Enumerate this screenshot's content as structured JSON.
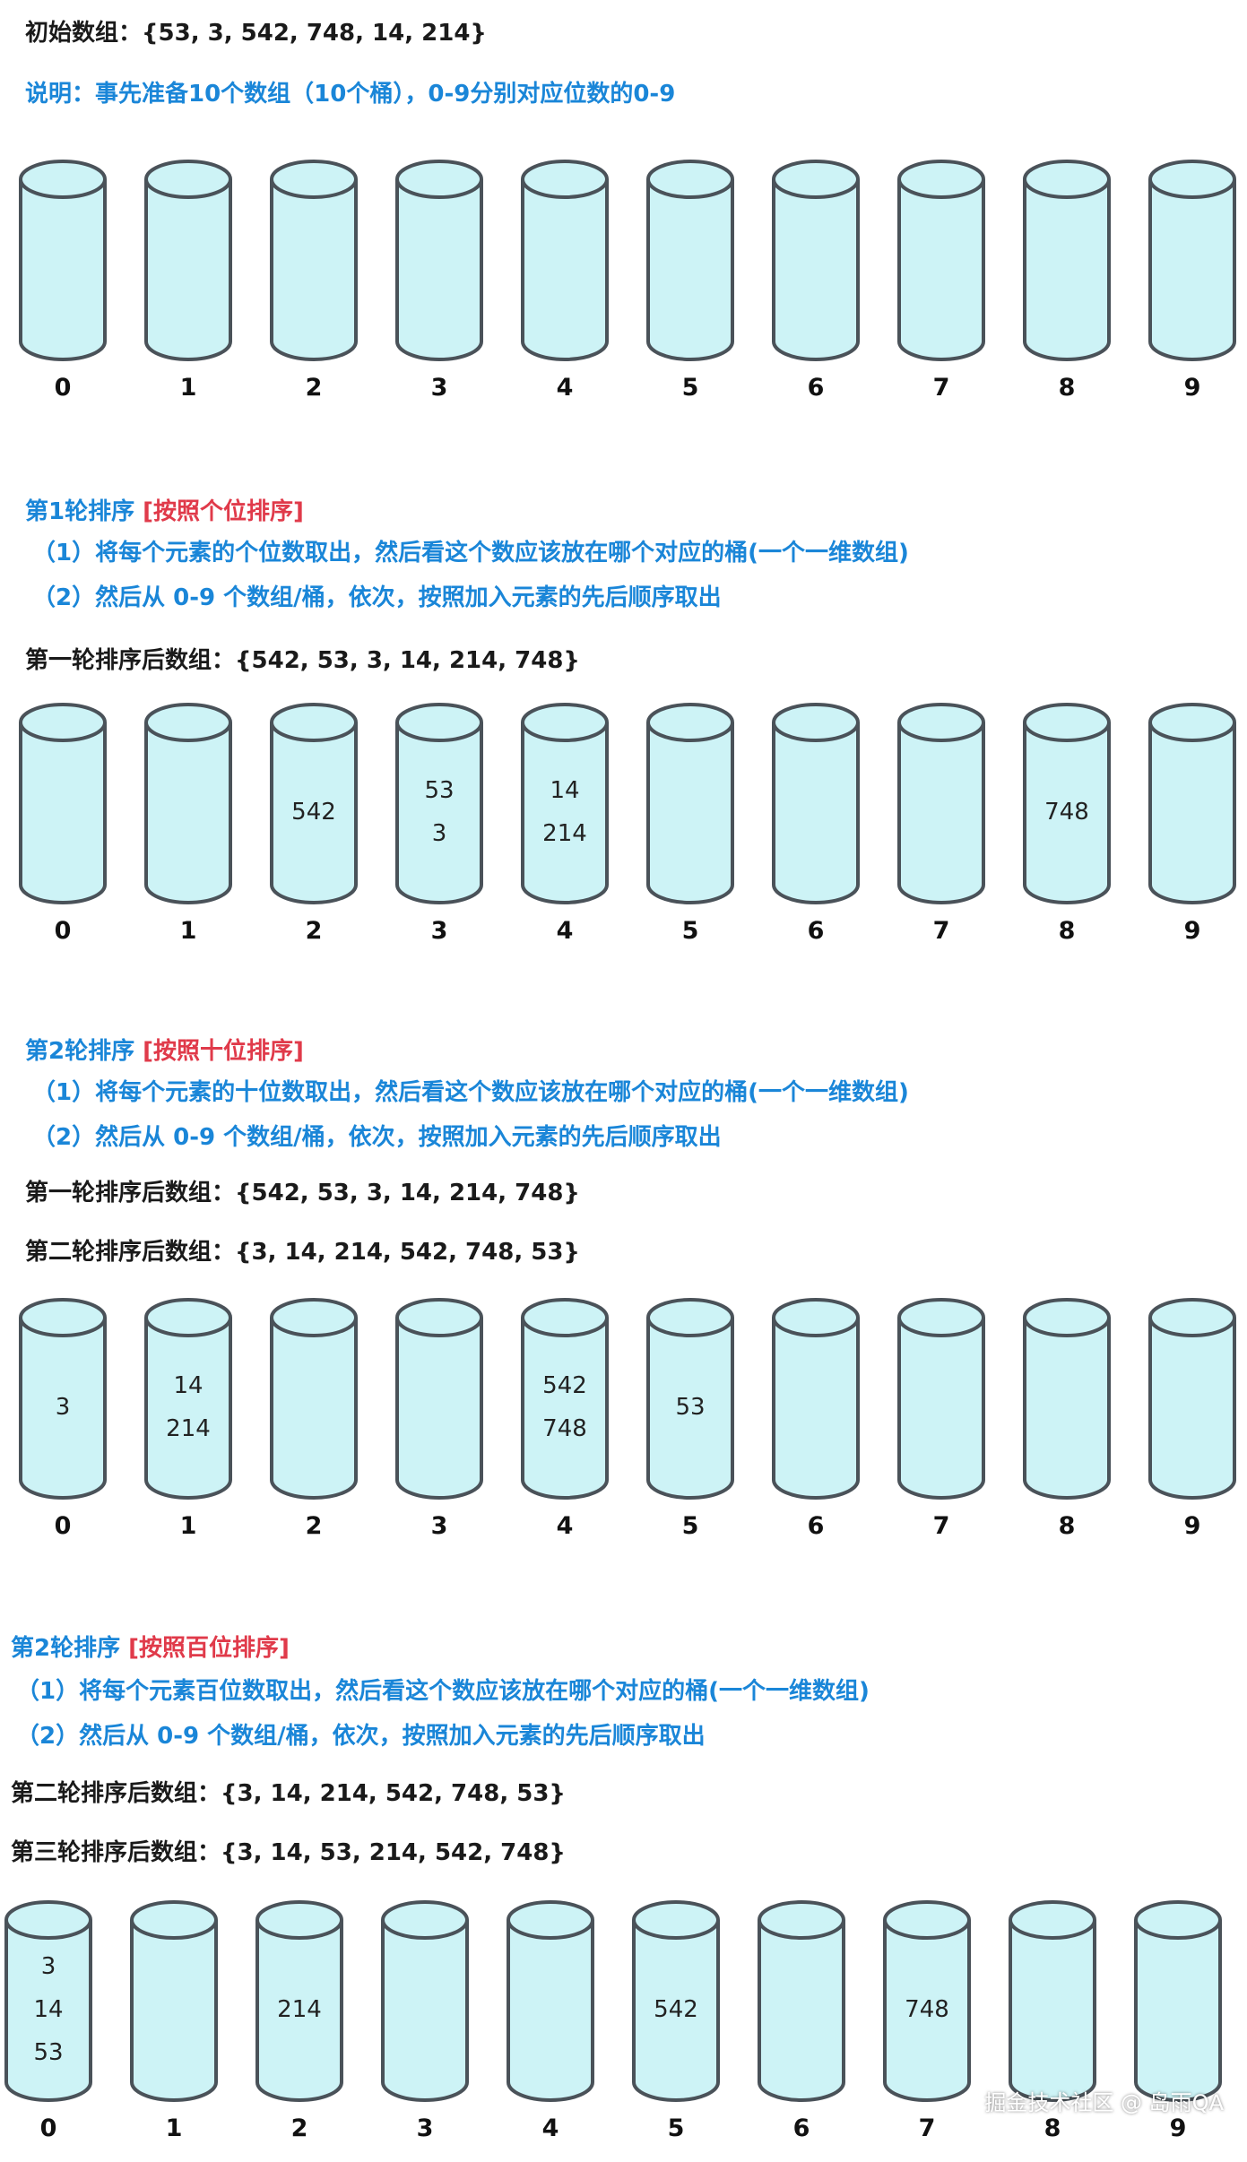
{
  "intro": {
    "initial": "初始数组：{53, 3, 542, 748, 14, 214}",
    "note": "说明：事先准备10个数组（10个桶），0-9分别对应位数的0-9"
  },
  "colors": {
    "bucket_fill": "#cdf3f6",
    "bucket_stroke": "#4a5259",
    "blue_text": "#1a86d8",
    "red_text": "#e03a4a"
  },
  "bucket_labels": [
    "0",
    "1",
    "2",
    "3",
    "4",
    "5",
    "6",
    "7",
    "8",
    "9"
  ],
  "initial_buckets": [
    [],
    [],
    [],
    [],
    [],
    [],
    [],
    [],
    [],
    []
  ],
  "round1": {
    "title": "第1轮排序 ",
    "tag": "[按照个位排序]",
    "step1": "（1）将每个元素的个位数取出，然后看这个数应该放在哪个对应的桶(一个一维数组)",
    "step2": "（2）然后从 0-9 个数组/桶，依次，按照加入元素的先后顺序取出",
    "result": "第一轮排序后数组：{542, 53, 3, 14, 214, 748}",
    "buckets": [
      [],
      [],
      [
        "542"
      ],
      [
        "53",
        "3"
      ],
      [
        "14",
        "214"
      ],
      [],
      [],
      [],
      [
        "748"
      ],
      []
    ]
  },
  "round2": {
    "title": "第2轮排序 ",
    "tag": "[按照十位排序]",
    "step1": "（1）将每个元素的十位数取出，然后看这个数应该放在哪个对应的桶(一个一维数组)",
    "step2": "（2）然后从 0-9 个数组/桶，依次，按照加入元素的先后顺序取出",
    "prev": "第一轮排序后数组：{542, 53, 3, 14, 214, 748}",
    "result": "第二轮排序后数组：{3, 14, 214, 542, 748, 53}",
    "buckets": [
      [
        "3"
      ],
      [
        "14",
        "214"
      ],
      [],
      [],
      [
        "542",
        "748"
      ],
      [
        "53"
      ],
      [],
      [],
      [],
      []
    ]
  },
  "round3": {
    "title": "第2轮排序 ",
    "tag": "[按照百位排序]",
    "step1": "（1）将每个元素百位数取出，然后看这个数应该放在哪个对应的桶(一个一维数组)",
    "step2": "（2）然后从 0-9 个数组/桶，依次，按照加入元素的先后顺序取出",
    "prev": "第二轮排序后数组：{3, 14, 214, 542, 748, 53}",
    "result": "第三轮排序后数组：{3, 14, 53, 214, 542, 748}",
    "buckets": [
      [
        "3",
        "14",
        "53"
      ],
      [],
      [
        "214"
      ],
      [],
      [],
      [
        "542"
      ],
      [],
      [
        "748"
      ],
      [],
      []
    ]
  },
  "watermark": "掘金技术社区 @ 岛雨QA"
}
